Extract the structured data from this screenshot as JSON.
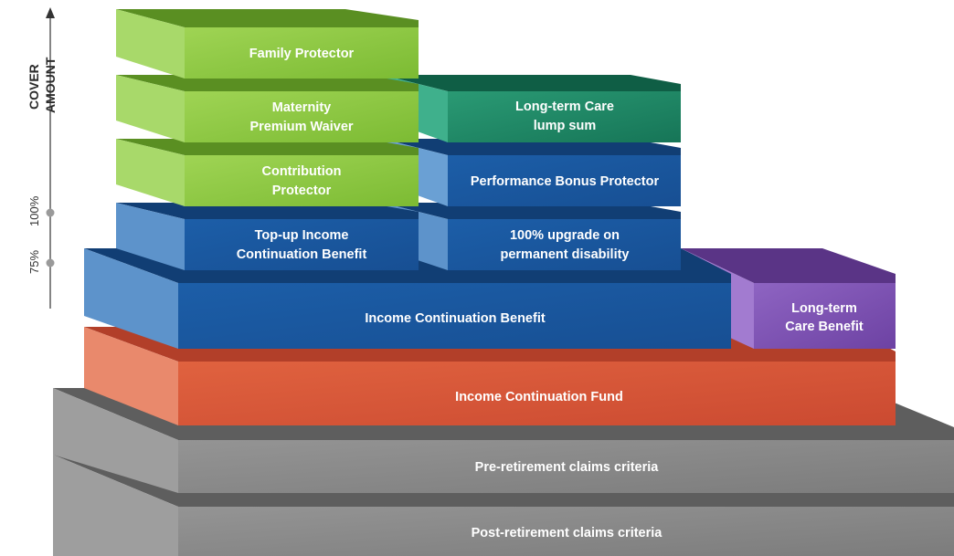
{
  "axis": {
    "title_line1": "COVER",
    "title_line2": "AMOUNT",
    "marker_100": "100%",
    "marker_75": "75%"
  },
  "blocks": {
    "family_protector": "Family Protector",
    "maternity_1": "Maternity",
    "maternity_2": "Premium Waiver",
    "contribution_1": "Contribution",
    "contribution_2": "Protector",
    "ltc_lump_1": "Long-term Care",
    "ltc_lump_2": "lump sum",
    "performance_bonus": "Performance Bonus Protector",
    "topup_1": "Top-up Income",
    "topup_2": "Continuation Benefit",
    "upgrade_1": "100% upgrade on",
    "upgrade_2": "permanent disability",
    "icb": "Income Continuation Benefit",
    "ltc_benefit_1": "Long-term",
    "ltc_benefit_2": "Care Benefit",
    "icf": "Income Continuation Fund",
    "pre_retirement": "Pre-retirement claims criteria",
    "post_retirement": "Post-retirement claims criteria"
  },
  "colors": {
    "green": "#8cc63f",
    "teal": "#1f8a63",
    "blue": "#1b5fa8",
    "purple": "#7b4fb0",
    "orange": "#d9573a",
    "gray": "#8a8a8a"
  }
}
